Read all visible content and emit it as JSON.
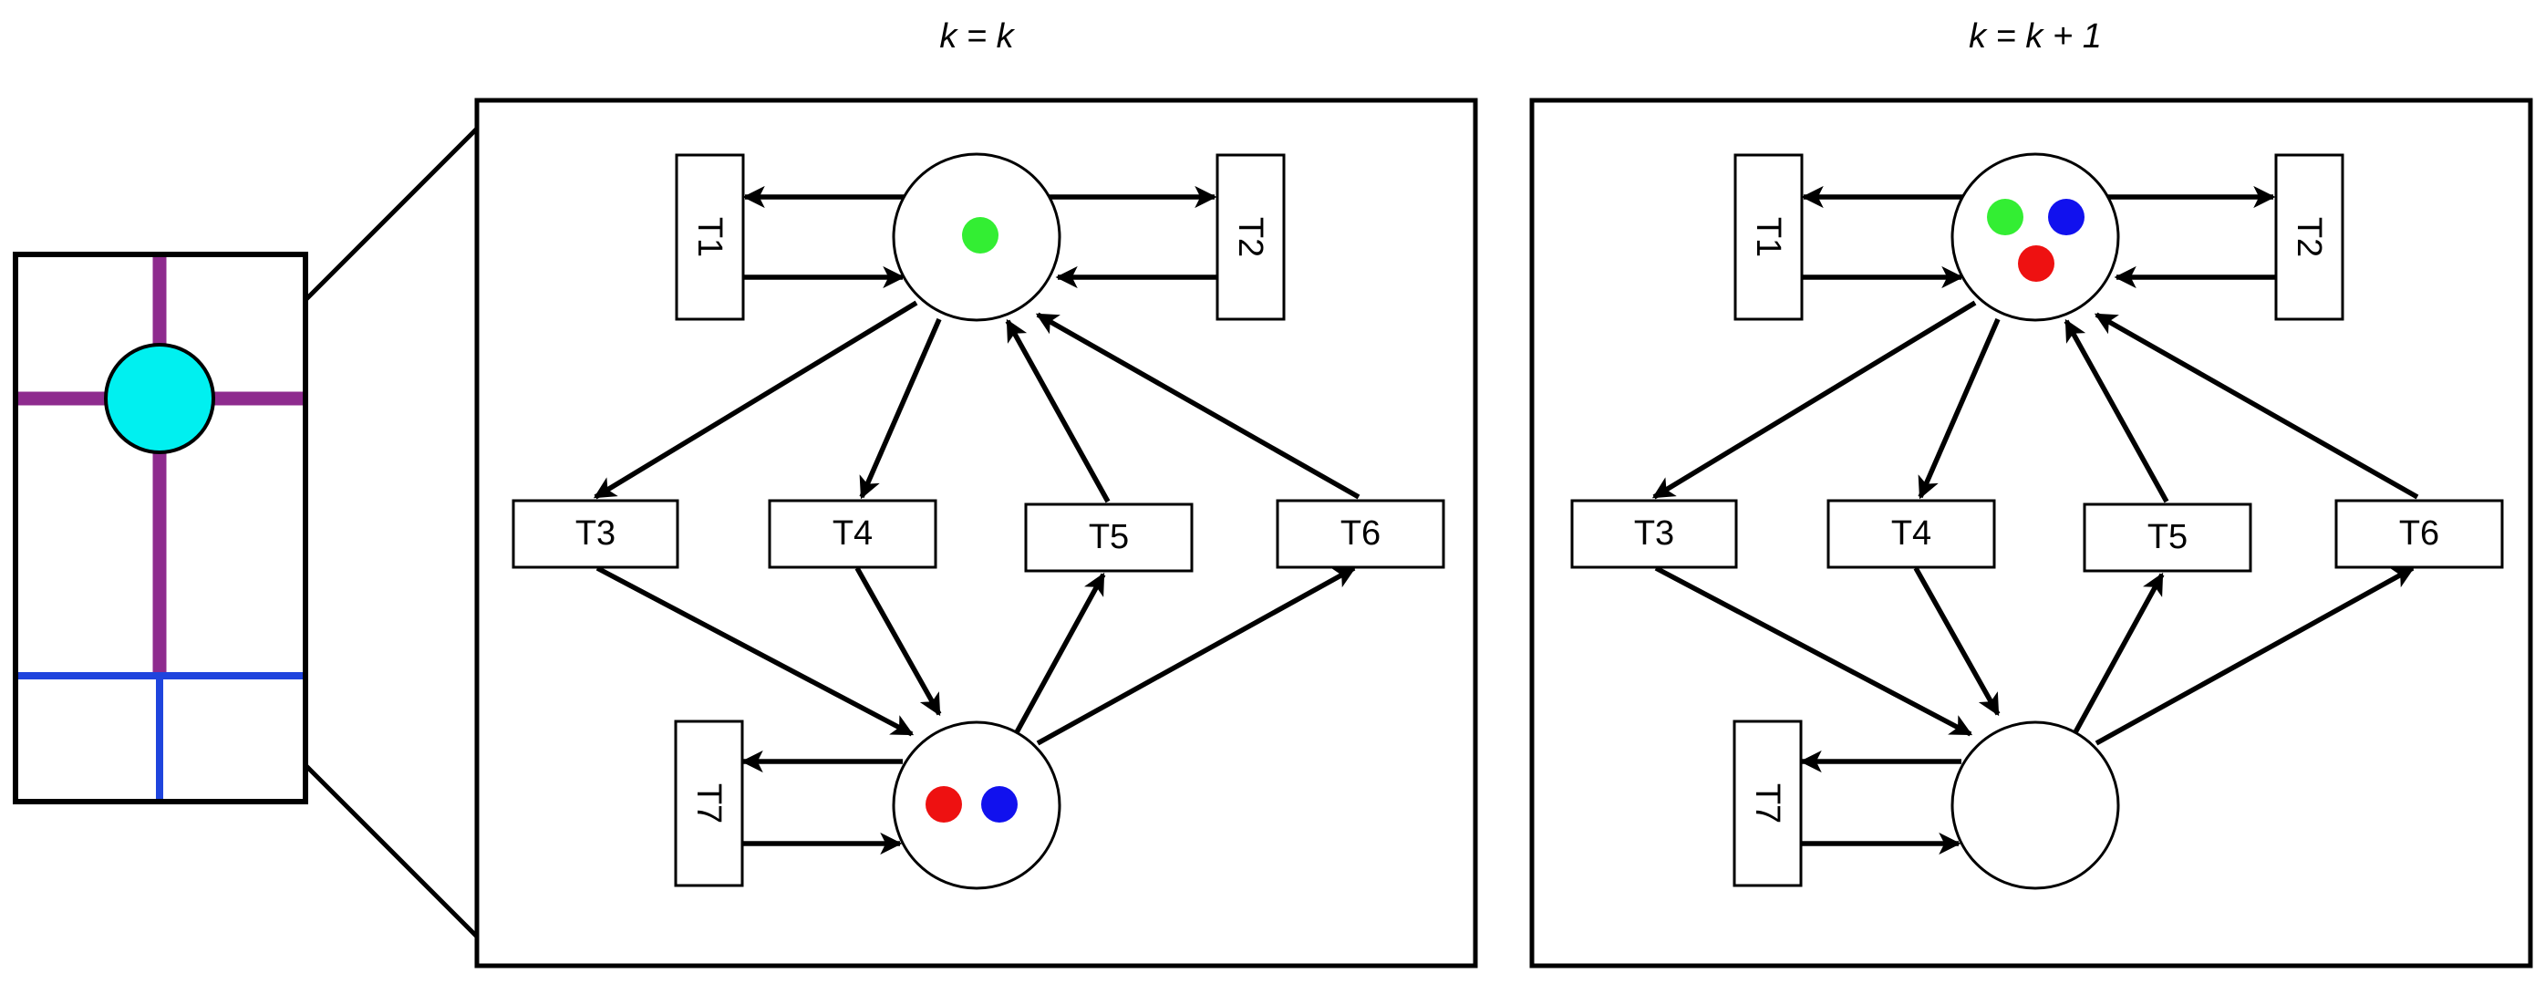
{
  "panels": [
    {
      "title": "k = k"
    },
    {
      "title": "k = k + 1"
    }
  ],
  "transitions": [
    "T1",
    "T2",
    "T3",
    "T4",
    "T5",
    "T6",
    "T7"
  ],
  "colors": {
    "token_green": "#33ee33",
    "token_blue": "#1111ee",
    "token_red": "#ee1111",
    "road_purple": "#8e2b8e",
    "road_blue": "#1f44dd",
    "junction_cyan": "#00f0f0"
  }
}
